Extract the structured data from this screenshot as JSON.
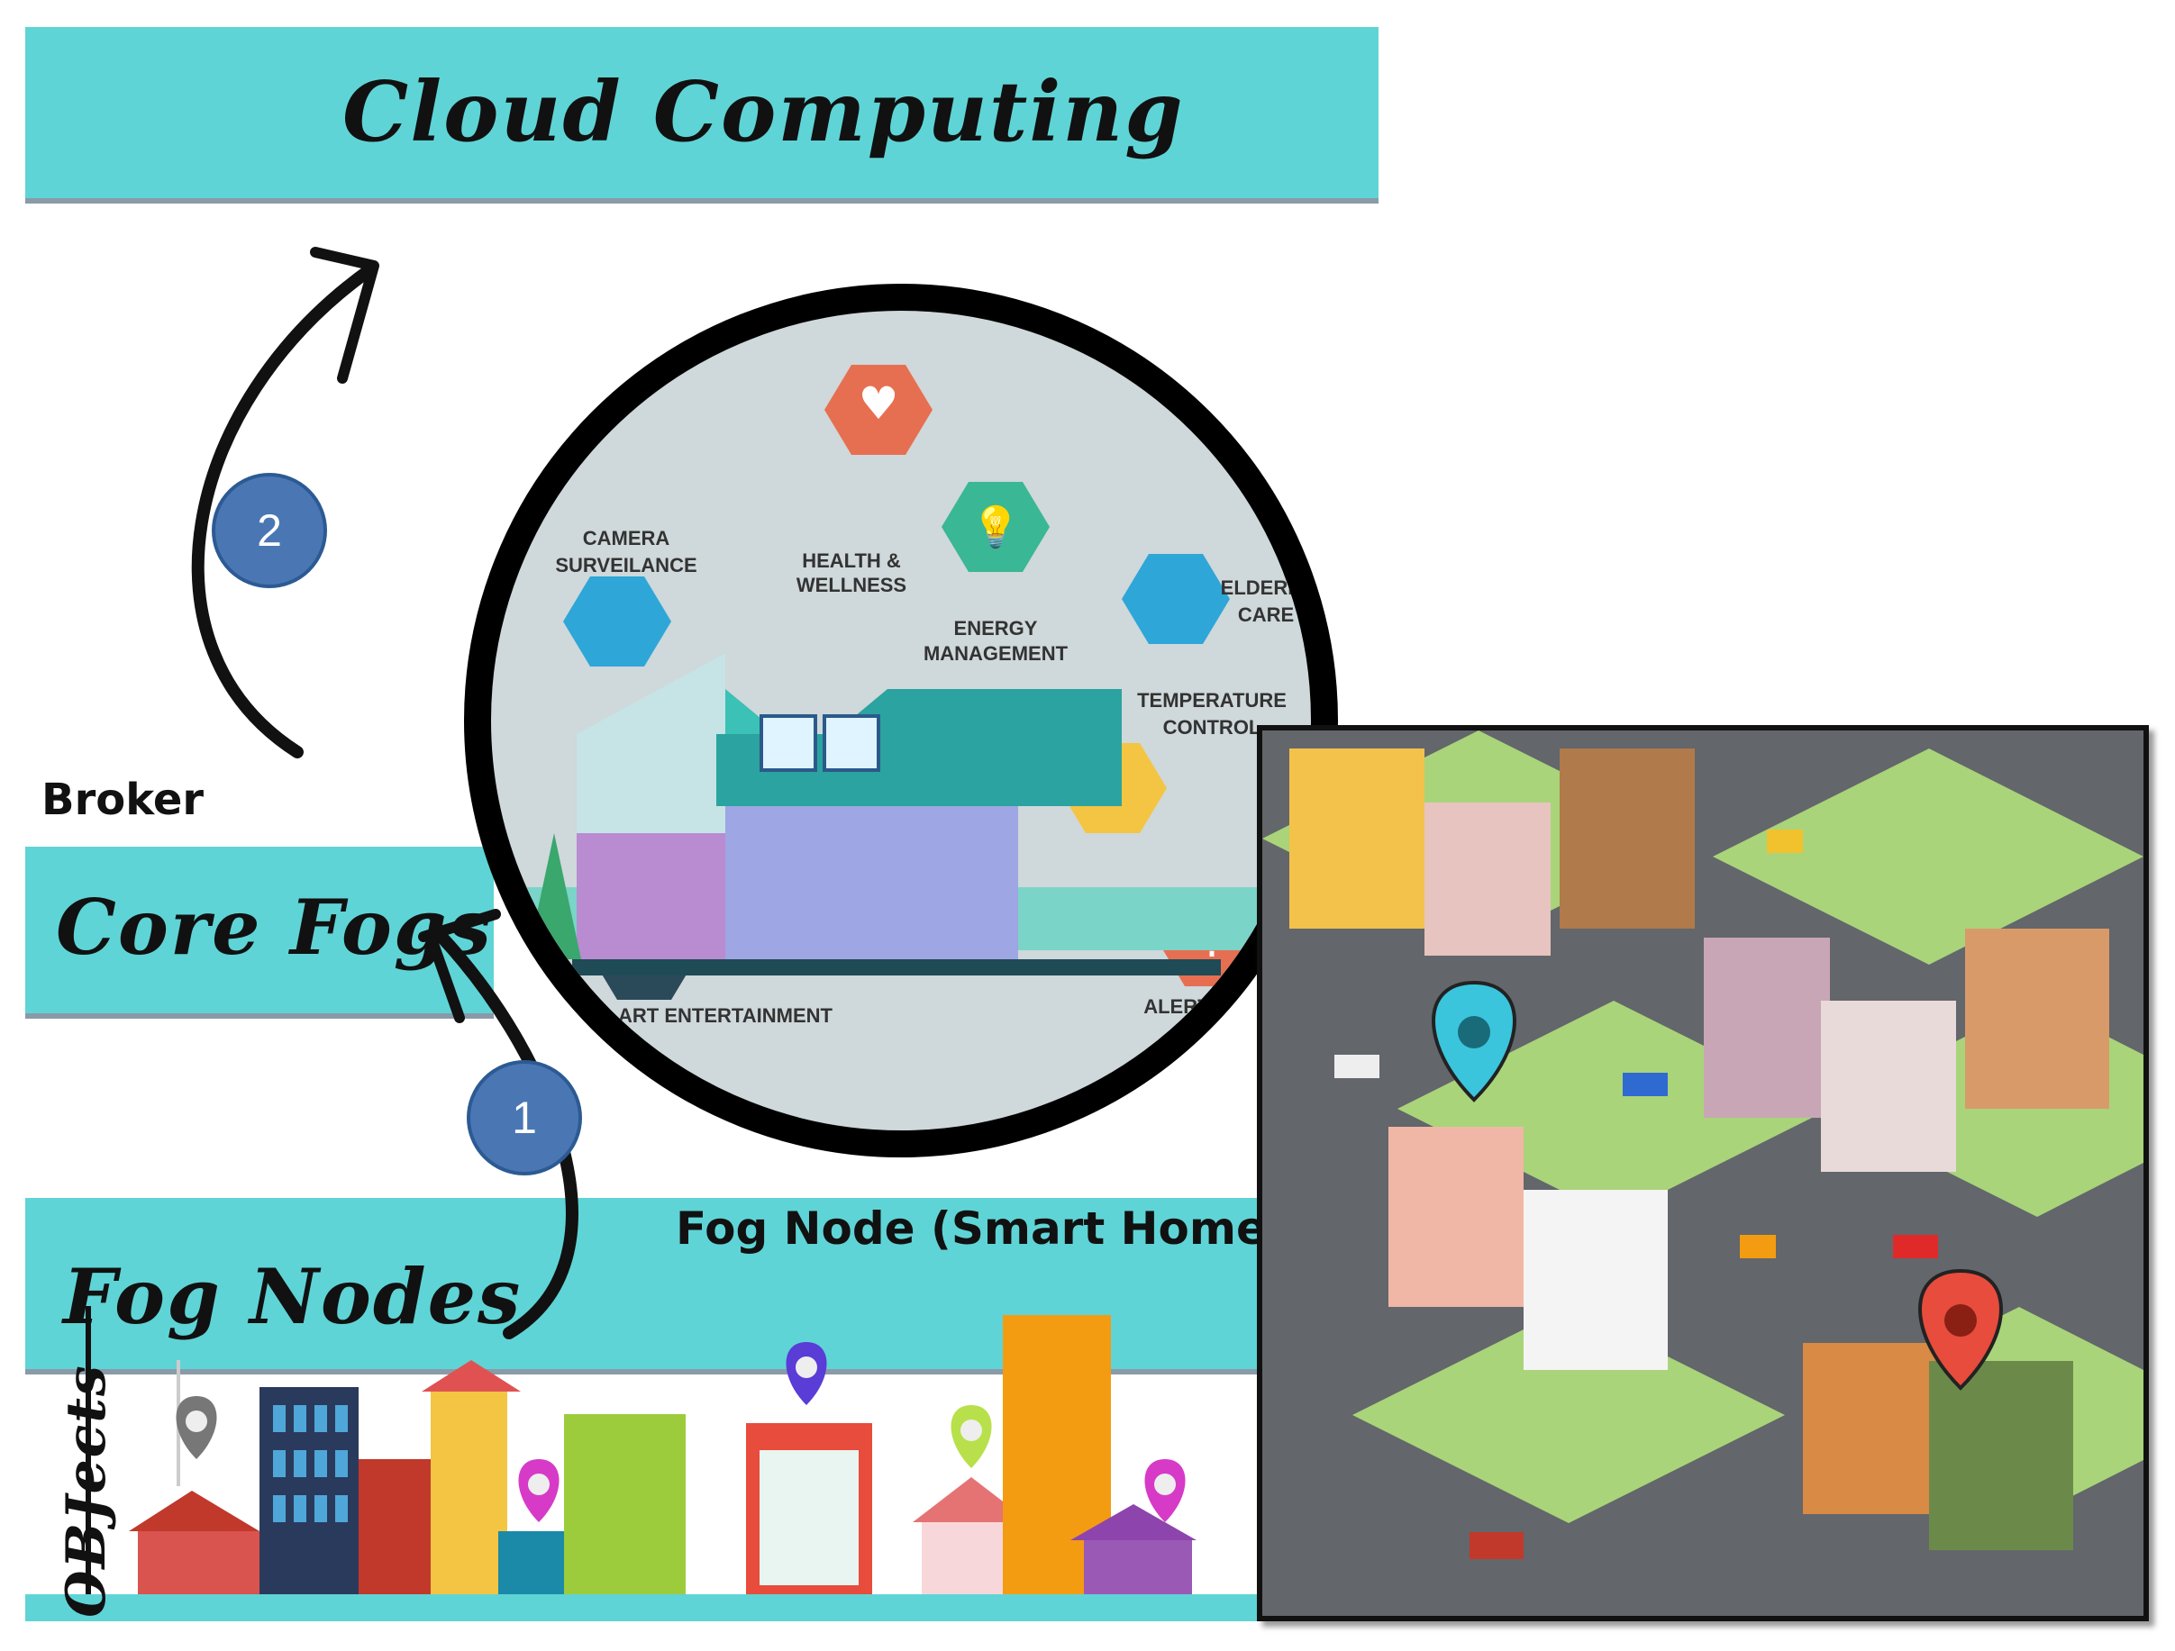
{
  "layers": {
    "cloud": "Cloud Computing",
    "core": "Core Fogs",
    "fog": "Fog Nodes",
    "objects": "OBJects"
  },
  "labels": {
    "broker": "Broker",
    "fog_node": "Fog Node (Smart Home)"
  },
  "steps": {
    "one": "1",
    "two": "2"
  },
  "smart_home": {
    "camera": [
      "CAMERA",
      "SURVEILANCE"
    ],
    "health": [
      "HEALTH &",
      "WELLNESS"
    ],
    "energy": [
      "ENERGY",
      "MANAGEMENT"
    ],
    "elderly": [
      "ELDERLY",
      "CARE"
    ],
    "temperature": [
      "TEMPERATURE",
      "CONTROL"
    ],
    "entertainment": "ART ENTERTAINMENT",
    "alert": "ALERT SYSTE"
  },
  "colors": {
    "band": "#5fd4d6",
    "step_circle": "#4a77b4",
    "lens_rim": "#000000"
  }
}
